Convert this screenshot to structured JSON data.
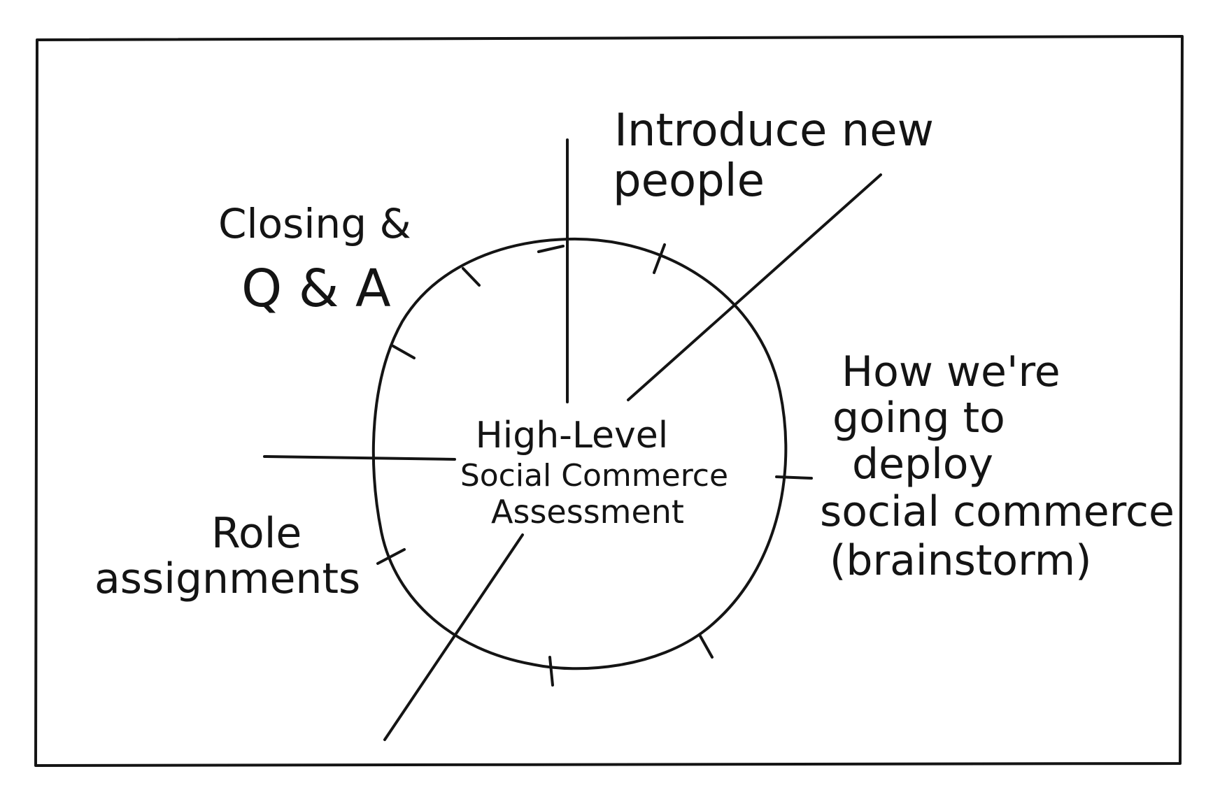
{
  "diagram": {
    "center": {
      "lines": [
        "High-Level",
        "Social Commerce",
        "Assessment"
      ]
    },
    "segments": {
      "introduce": [
        "Introduce new",
        "people"
      ],
      "deploy": [
        "How we're",
        "going to",
        "deploy",
        "social commerce",
        "(brainstorm)"
      ],
      "roles": [
        "Role",
        "assignments"
      ],
      "closing": [
        "Closing &",
        "Q & A"
      ]
    },
    "colors": {
      "ink": "#141414",
      "paper": "#ffffff"
    }
  }
}
